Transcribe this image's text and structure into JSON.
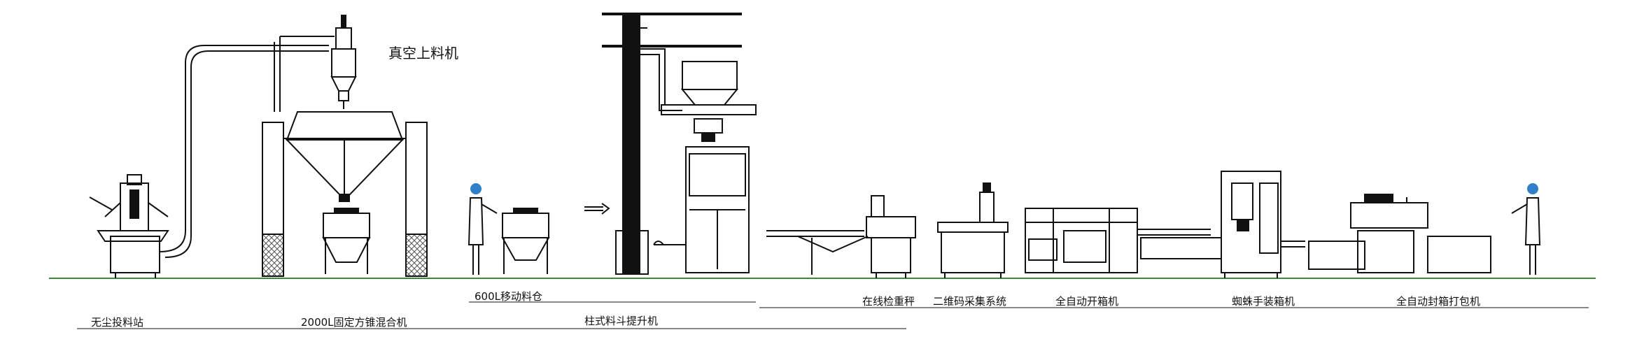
{
  "labels": {
    "vacuum_loader": "真空上料机",
    "dust_free_station": "无尘投料站",
    "square_cone_mixer": "2000L固定方锥混合机",
    "mobile_bin": "600L移动料仓",
    "column_lifter": "柱式料斗提升机",
    "checkweigher": "在线检重秤",
    "qr_system": "二维码采集系统",
    "case_erector": "全自动开箱机",
    "spider_packer": "蜘蛛手装箱机",
    "sealer_strapper": "全自动封箱打包机"
  },
  "colors": {
    "line": "#111111",
    "floor": "#3a8a3a",
    "operator_cap": "#2f7fc9",
    "hatch": "#555555"
  }
}
